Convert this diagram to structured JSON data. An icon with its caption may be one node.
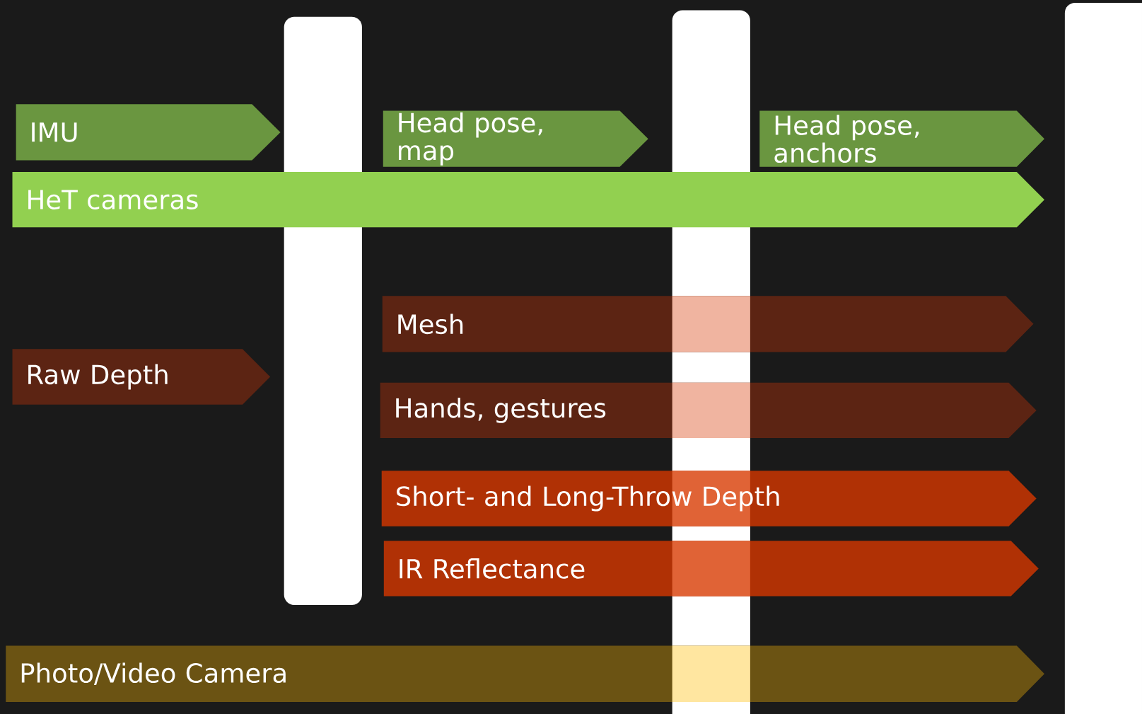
{
  "diagram": {
    "nodes": [
      {
        "text": [
          "IMU"
        ]
      },
      {
        "text": [
          "Head pose, map"
        ]
      },
      {
        "text": [
          "Head pose, anchors"
        ]
      },
      {
        "text": [
          "HeT cameras"
        ]
      },
      {
        "text": [
          "Mesh"
        ]
      },
      {
        "text": [
          "Raw Depth"
        ]
      },
      {
        "text": [
          "Hands, gestures"
        ]
      },
      {
        "text": [
          "Short- and Long-Throw Depth"
        ]
      },
      {
        "text": [
          "IR Reflectance"
        ]
      },
      {
        "text": [
          "Photo/Video Camera"
        ]
      },
      {
        "text": [],
        "shape": "bar"
      },
      {
        "text": [],
        "shape": "bar"
      },
      {
        "text": [],
        "shape": "bar"
      }
    ]
  }
}
